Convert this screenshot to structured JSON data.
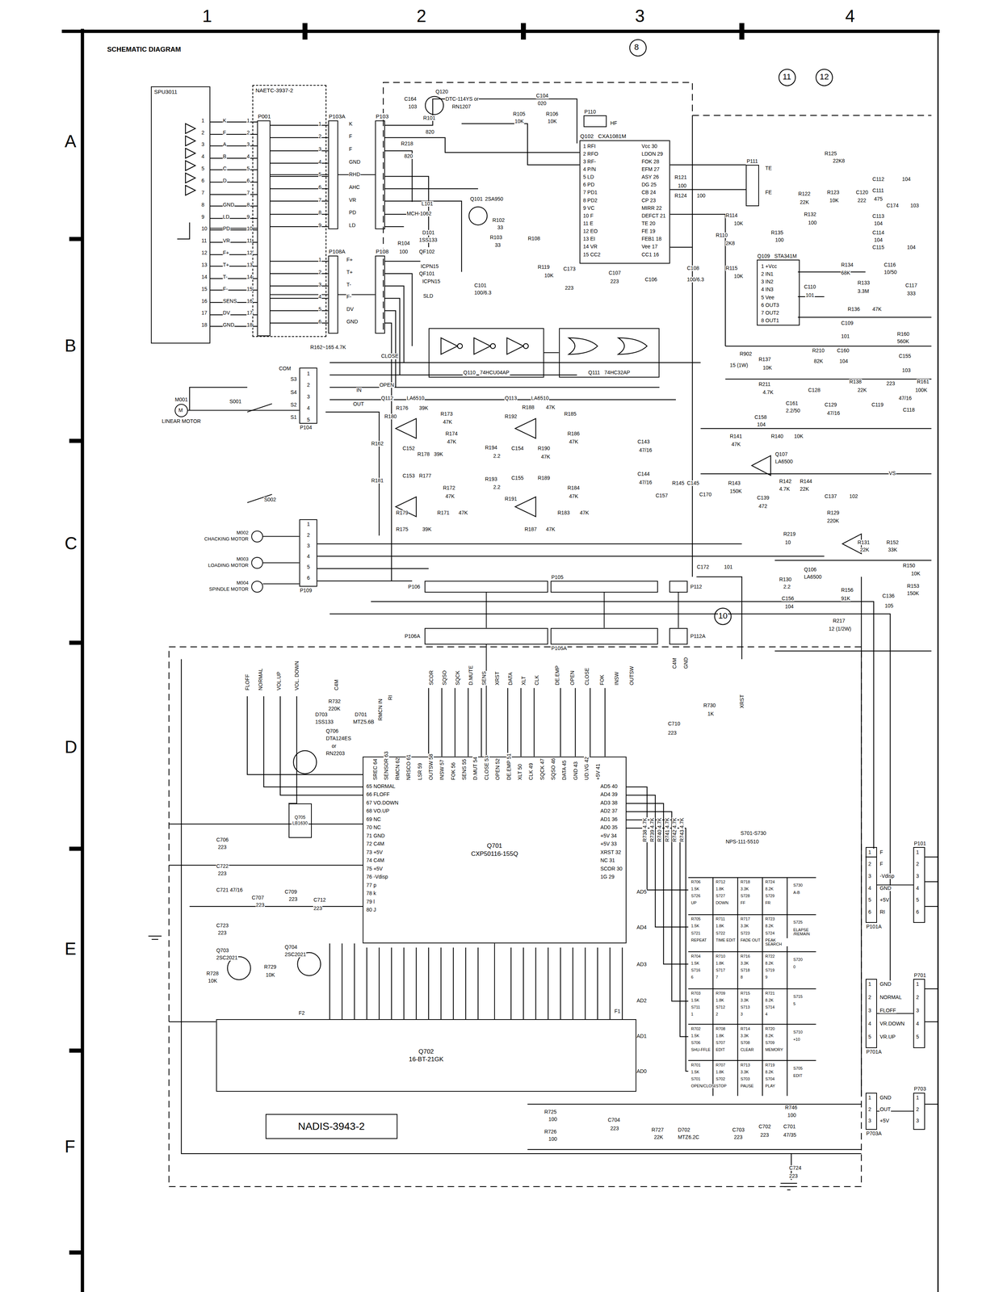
{
  "diagram": {
    "title": "SCHEMATIC DIAGRAM",
    "nodes": [
      {
        "text": [
          "SPU3011"
        ]
      },
      {
        "text": [
          "NAETC-3937-2"
        ]
      },
      {
        "text": [
          "P001"
        ],
        "in": 1
      },
      {
        "text": [
          "P103A"
        ]
      },
      {
        "text": [
          "P103"
        ]
      },
      {
        "text": [
          "P108A"
        ]
      },
      {
        "text": [
          "P108"
        ]
      },
      {
        "text": [
          "Q102",
          "CXA1081M"
        ]
      },
      {
        "text": [
          "P110"
        ]
      },
      {
        "text": [
          "P111"
        ]
      },
      {
        "text": [
          "Q109",
          "STA341M"
        ]
      },
      {
        "text": [
          "Q110",
          "74HCU04AP"
        ]
      },
      {
        "text": [
          "Q111",
          "74HC32AP"
        ]
      },
      {
        "text": [
          "P104"
        ]
      },
      {
        "text": [
          "P109"
        ]
      },
      {
        "text": [
          "P106"
        ]
      },
      {
        "text": [
          "P106A"
        ]
      },
      {
        "text": [
          "P105"
        ]
      },
      {
        "text": [
          "P105A"
        ]
      },
      {
        "text": [
          "P112"
        ]
      },
      {
        "text": [
          "P112A"
        ]
      },
      {
        "text": [
          "Q701",
          "CXP50116-155Q"
        ]
      },
      {
        "text": [
          "Q702",
          "16-BT-21GK"
        ]
      },
      {
        "text": [
          "NADIS-3943-2"
        ]
      },
      {
        "text": [
          "P101A"
        ]
      },
      {
        "text": [
          "P101"
        ]
      },
      {
        "text": [
          "P701A"
        ]
      },
      {
        "text": [
          "P701"
        ]
      },
      {
        "text": [
          "P703A"
        ]
      },
      {
        "text": [
          "P703"
        ]
      },
      {
        "text": [
          "Q705",
          "LB1630"
        ]
      },
      {
        "text": [
          "M",
          "M001",
          "LINEAR MOTOR"
        ]
      },
      {
        "text": [
          "M002",
          "CHACKING MOTOR"
        ]
      },
      {
        "text": [
          "M003",
          "LOADING MOTOR"
        ]
      },
      {
        "text": [
          "M004",
          "SPINDLE MOTOR"
        ]
      }
    ],
    "edges": [
      {
        "from": 0,
        "to": 2,
        "arrow": "none"
      },
      {
        "from": 2,
        "to": 3,
        "arrow": "none"
      },
      {
        "from": 2,
        "to": 5,
        "arrow": "none"
      },
      {
        "from": 3,
        "to": 4,
        "arrow": "none"
      },
      {
        "from": 5,
        "to": 6,
        "arrow": "none"
      },
      {
        "from": 11,
        "to": 12,
        "arrow": "none"
      },
      {
        "from": 31,
        "to": 13,
        "arrow": "none"
      },
      {
        "from": 32,
        "to": 14,
        "arrow": "none"
      },
      {
        "from": 33,
        "to": 14,
        "arrow": "none"
      },
      {
        "from": 34,
        "to": 14,
        "arrow": "none"
      },
      {
        "from": 15,
        "to": 16,
        "arrow": "none"
      },
      {
        "from": 17,
        "to": 18,
        "arrow": "none"
      },
      {
        "from": 19,
        "to": 20,
        "arrow": "none"
      },
      {
        "from": 16,
        "to": 21,
        "arrow": "none"
      },
      {
        "from": 21,
        "to": 22,
        "arrow": "none"
      },
      {
        "from": 24,
        "to": 25,
        "arrow": "none"
      },
      {
        "from": 26,
        "to": 27,
        "arrow": "none"
      },
      {
        "from": 28,
        "to": 29,
        "arrow": "none"
      }
    ],
    "labels": [
      "1",
      "2",
      "3",
      "4",
      "A",
      "B",
      "C",
      "D",
      "E",
      "F",
      "8",
      "11",
      "12",
      "10",
      "1",
      "2",
      "3",
      "4",
      "5",
      "6",
      "7",
      "8",
      "9",
      "10",
      "11",
      "12",
      "13",
      "14",
      "15",
      "16",
      "17",
      "18",
      "1",
      "2",
      "3",
      "4",
      "5",
      "6",
      "7",
      "8",
      "9",
      "10",
      "11",
      "12",
      "13",
      "14",
      "15",
      "16",
      "17",
      "18",
      "K",
      "F",
      "A",
      "B",
      "C",
      "D",
      "GND",
      "LD",
      "PD",
      "VR",
      "F+",
      "T+",
      "T-",
      "F-",
      "SENS",
      "DV",
      "GND",
      "1",
      "2",
      "3",
      "4",
      "5",
      "6",
      "7",
      "8",
      "9",
      "K",
      "F",
      "F",
      "GND",
      "RHD",
      "AHC",
      "VR",
      "PD",
      "LD",
      "1",
      "2",
      "3",
      "4",
      "5",
      "6",
      "F+",
      "T+",
      "T-",
      "F-",
      "DV",
      "GND",
      "1 RFI",
      "2 RFO",
      "3 RF-",
      "4 P/N",
      "5 LD",
      "6 PD",
      "7 PD1",
      "8 PD2",
      "9 VC",
      "10 F",
      "11 E",
      "12 EO",
      "13 EI",
      "14 VR",
      "15 CC2",
      "Vcc 30",
      "LDON 29",
      "FOK 28",
      "EFM 27",
      "ASY 26",
      "DG 25",
      "CB 24",
      "CP 23",
      "MIRR 22",
      "DEFCT 21",
      "TE 20",
      "FE 19",
      "FEB1 18",
      "Vee 17",
      "CC1 16",
      "1 +Vcc",
      "2 IN1",
      "3 IN2",
      "4 IN3",
      "5 Vee",
      "6 OUT3",
      "7 OUT2",
      "8 OUT1",
      "65 NORMAL",
      "66 FLOFF",
      "67 VO.DOWN",
      "68 VO.UP",
      "69 NC",
      "70 NC",
      "71 GND",
      "72 C4M",
      "73 +5V",
      "74 C4M",
      "75 +5V",
      "76 -Vdisp",
      "77 p",
      "78 k",
      "79 l",
      "80 J",
      "AD5 40",
      "AD4 39",
      "AD3 38",
      "AD2 37",
      "AD1 36",
      "AD0 35",
      "+5V 34",
      "+5V 33",
      "XRST 32",
      "NC 31",
      "SCOR 30",
      "1G 29",
      "SREC 64",
      "SENSOR 63",
      "RMCN 62",
      "NRSCO 61",
      "LSR 59",
      "OUTSW 58",
      "INSW 57",
      "FOK 56",
      "SENS 55",
      "D.MUT 54",
      "CLOSE 53",
      "OPEN 52",
      "DE.EMP 51",
      "XLT 50",
      "CLK 49",
      "SQCK 47",
      "SQSO 46",
      "DATA 45",
      "GND 43",
      "UD.VG 42",
      "+5V 41",
      "R706",
      "1.5K",
      "S726",
      "UP",
      "R712",
      "1.8K",
      "S727",
      "DOWN",
      "R718",
      "3.3K",
      "S728",
      "FF",
      "R724",
      "8.2K",
      "S729",
      "FR",
      "S730",
      "A-B",
      "R705",
      "1.5K",
      "S721",
      "REPEAT",
      "R711",
      "1.8K",
      "S722",
      "TIME EDIT",
      "R717",
      "3.3K",
      "S723",
      "FADE OUT",
      "R723",
      "8.2K",
      "S724",
      "PEAK SEARCH",
      "S725",
      "ELAPSE /REMAIN",
      "R704",
      "1.5K",
      "S716",
      "6",
      "R710",
      "1.8K",
      "S717",
      "7",
      "R716",
      "3.3K",
      "S718",
      "8",
      "R722",
      "8.2K",
      "S719",
      "9",
      "S720",
      "0",
      "R703",
      "1.5K",
      "S711",
      "1",
      "R709",
      "1.8K",
      "S712",
      "2",
      "R715",
      "3.3K",
      "S713",
      "3",
      "R721",
      "8.2K",
      "S714",
      "4",
      "S715",
      "5",
      "R702",
      "1.5K",
      "S706",
      "SHU-FFLE",
      "R708",
      "1.8K",
      "S707",
      "EDIT",
      "R714",
      "3.3K",
      "S708",
      "CLEAR",
      "R720",
      "8.2K",
      "S709",
      "MEMORY",
      "S710",
      "+10",
      "R701",
      "1.5K",
      "S701",
      "OPEN/CLOSE",
      "R707",
      "1.8K",
      "S702",
      "STOP",
      "R713",
      "3.3K",
      "S703",
      "PAUSE",
      "R719",
      "8.2K",
      "S704",
      "PLAY",
      "S705",
      "EDIT",
      "R738 4.7K",
      "R739 4.7K",
      "R740 4.7K",
      "R741 4.7K",
      "R742 4.7K",
      "R743 4.7K",
      "F",
      "F",
      "-Vdisp",
      "GND",
      "+5V",
      "RI",
      "1",
      "2",
      "3",
      "4",
      "5",
      "6",
      "1",
      "2",
      "3",
      "4",
      "5",
      "6",
      "GND",
      "NORMAL",
      "FLOFF",
      "VR.DOWN",
      "VR.UP",
      "1",
      "2",
      "3",
      "4",
      "5",
      "1",
      "2",
      "3",
      "4",
      "5",
      "GND",
      "OUT",
      "+5V",
      "1",
      "2",
      "3",
      "1",
      "2",
      "3",
      "SCOR",
      "SQSO",
      "SQCK",
      "D.MUTE",
      "SENS",
      "XRST",
      "DATA",
      "XLT",
      "CLK",
      "DE.EMP",
      "OPEN",
      "CLOSE",
      "FOK",
      "INSW",
      "OUTSW",
      "C4M",
      "GND",
      "1",
      "2",
      "3",
      "4",
      "5",
      "1",
      "2",
      "3",
      "4",
      "5",
      "6",
      "C164",
      "103",
      "Q120",
      "DTC-114YS or",
      "RN1207",
      "R101",
      "820",
      "R218",
      "820",
      "C104",
      "020",
      "R105",
      "10K",
      "R106",
      "10K",
      "HF",
      "L101",
      "MCH-1062",
      "Q101",
      "2SA950",
      "R102",
      "33",
      "R103",
      "33",
      "D101",
      "1SS133",
      "QF102",
      "ICPN15",
      "QF101",
      "ICPN15",
      "SLD",
      "C101",
      "100/6.3",
      "R104",
      "100",
      "R108",
      "R119",
      "10K",
      "C173",
      "223",
      "C107",
      "223",
      "C106",
      "C108",
      "100/6.3",
      "R121",
      "100",
      "R124",
      "100",
      "TE",
      "FE",
      "R125",
      "22K8",
      "R122",
      "22K",
      "R123",
      "10K",
      "C120",
      "222",
      "C112",
      "104",
      "C111",
      "475",
      "C174",
      "103",
      "C113",
      "104",
      "C114",
      "104",
      "C115",
      "104",
      "R132",
      "100",
      "R135",
      "100",
      "R114",
      "10K",
      "R110",
      "2K8",
      "R115",
      "10K",
      "R134",
      "68K",
      "C116",
      "10/50",
      "C117",
      "333",
      "C110",
      "101",
      "R133",
      "3.3M",
      "R136",
      "47K",
      "C109",
      "101",
      "R160",
      "560K",
      "C155",
      "103",
      "R210",
      "82K",
      "C160",
      "104",
      "R902",
      "15 (1W)",
      "R137",
      "10K",
      "R211",
      "4.7K",
      "C161",
      "2.2/50",
      "C128",
      "C129",
      "47/16",
      "R138",
      "22K",
      "C119",
      "223",
      "C118",
      "47/16",
      "R161",
      "100K",
      "C158",
      "104",
      "R141",
      "47K",
      "R140",
      "10K",
      "Q107",
      "LA6500",
      "R143",
      "150K",
      "C139",
      "472",
      "R142",
      "4.7K",
      "R144",
      "22K",
      "VS",
      "C137",
      "102",
      "R129",
      "220K",
      "R219",
      "10",
      "R131",
      "22K",
      "R152",
      "33K",
      "R150",
      "10K",
      "Q106",
      "LA6500",
      "R130",
      "2.2",
      "R156",
      "91K",
      "C136",
      "105",
      "R153",
      "150K",
      "C156",
      "104",
      "R217",
      "12 (1/2W)",
      "R162~165 4.7K",
      "CLOSE",
      "COM",
      "S3",
      "S4",
      "S2",
      "S1",
      "IN",
      "OUT",
      "OPEN",
      "S001",
      "S002",
      "Q112",
      "LA6510",
      "Q113",
      "LA6510",
      "R176",
      "39K",
      "R173",
      "47K",
      "R180",
      "R188",
      "47K",
      "R185",
      "R192",
      "R162",
      "C152",
      "R178",
      "39K",
      "R174",
      "47K",
      "R194",
      "2.2",
      "C154",
      "R190",
      "47K",
      "R186",
      "47K",
      "C143",
      "47/16",
      "C144",
      "47/16",
      "R181",
      "C153",
      "R177",
      "R172",
      "47K",
      "R193",
      "2.2",
      "C155",
      "R189",
      "R184",
      "47K",
      "R179",
      "R171",
      "47K",
      "R175",
      "39K",
      "R191",
      "R183",
      "47K",
      "R187",
      "47K",
      "C157",
      "R145",
      "C145",
      "C170",
      "C172",
      "101",
      "FLOFF",
      "NORMAL",
      "VOL.UP",
      "VOL. DOWN",
      "C4M",
      "RMCN IN",
      "RI",
      "R732",
      "220K",
      "D703",
      "1SS133",
      "D701",
      "MTZ5.6B",
      "Q706",
      "DTA124ES",
      "or",
      "RN2203",
      "R730",
      "1K",
      "XRST",
      "C710",
      "223",
      "C706",
      "223",
      "C722",
      "223",
      "C721 47/16",
      "C707",
      "223",
      "C709",
      "223",
      "C712",
      "223",
      "C723",
      "223",
      "Q703",
      "2SC2021",
      "Q704",
      "2SC2021",
      "R728",
      "10K",
      "R729",
      "10K",
      "F2",
      "F1",
      "S701-S730",
      "NPS-111-5510",
      "AD5",
      "AD4",
      "AD3",
      "AD2",
      "AD1",
      "AD0",
      "R725",
      "100",
      "R726",
      "100",
      "C704",
      "223",
      "R727",
      "22K",
      "D702",
      "MTZ6.2C",
      "C703",
      "223",
      "C702",
      "223",
      "C701",
      "47/35",
      "R746",
      "100",
      "C724",
      "223"
    ]
  }
}
